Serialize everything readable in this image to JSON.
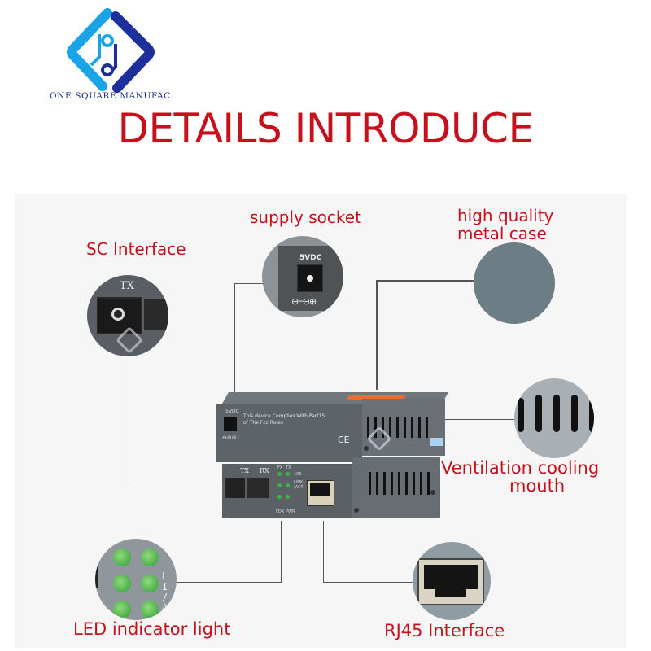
{
  "brand": {
    "name": "ONE SQUARE MANUFAC",
    "colors": {
      "light_blue": "#1ba3e8",
      "dark_blue": "#1d2f9a"
    }
  },
  "headline": "DETAILS INTRODUCE",
  "accent_color": "#c8101c",
  "features": [
    {
      "id": "sc",
      "label": "SC  Interface",
      "detail_text": "TX"
    },
    {
      "id": "supply",
      "label": "supply socket",
      "detail_text": "5VDC"
    },
    {
      "id": "case",
      "label_line1": "high quality",
      "label_line2": "metal case"
    },
    {
      "id": "vent",
      "label_line1": "Ventilation cooling",
      "label_line2": "mouth"
    },
    {
      "id": "led",
      "label": "LED  indicator light",
      "detail_text": "LI /A"
    },
    {
      "id": "rj45",
      "label": "RJ45  Interface"
    }
  ],
  "device": {
    "top_unit": {
      "power_label": "5VDC",
      "compliance_line1": "This device Complies With Part15",
      "compliance_line2": "of The Fcc Rules",
      "ce_mark": "CE"
    },
    "bottom_unit": {
      "port_tx": "TX",
      "port_rx": "RX",
      "led_labels": {
        "fx": "FX",
        "tx": "TX",
        "fdx_100": "100",
        "link_act": "LINK /ACT",
        "fdx": "FDX",
        "pwr": "PWR"
      }
    }
  }
}
